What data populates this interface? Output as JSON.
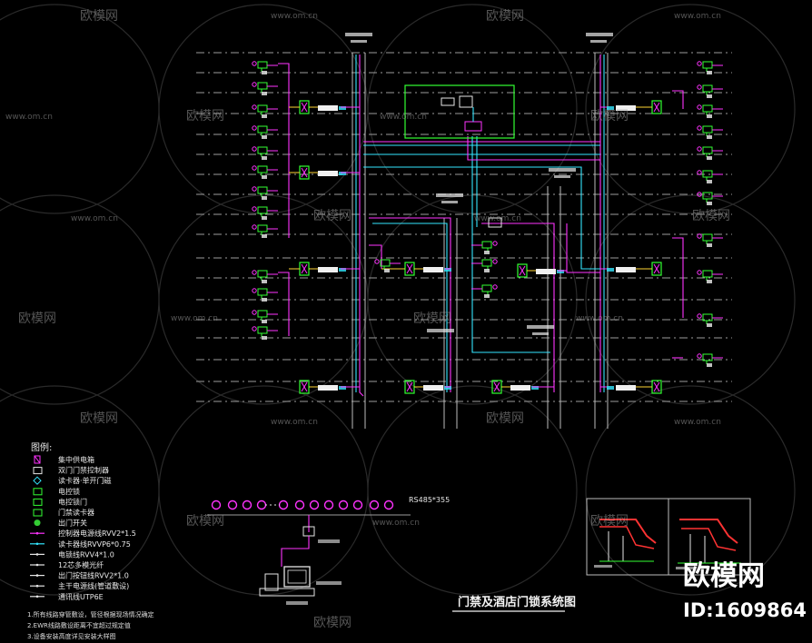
{
  "watermark": {
    "brand": "欧模网",
    "url": "www.om.cn",
    "big_brand": "欧模网",
    "id_text": "ID:1609864"
  },
  "title": "门禁及酒店门锁系统图",
  "legend": {
    "heading": "图例:",
    "items": [
      "集中供电箱",
      "双门门禁控制器",
      "读卡器·单开门磁",
      "电控锁",
      "电控锁门",
      "门禁读卡器",
      "出门开关",
      "控制器电源线RVV2*1.5",
      "读卡器线RVVP6*0.75",
      "电锁线RVV4*1.0",
      "12芯多模光纤",
      "出门按钮线RVV2*1.0",
      "主干电源线(管道敷设)",
      "通讯线UTP6E"
    ],
    "notes": [
      "1.所有线路穿管敷设，管径根据现场情况确定",
      "2.EWR线路敷设距离不宜超过规定值",
      "3.设备安装高度详见安装大样图"
    ]
  },
  "bus_label": "RS485*355",
  "colors": {
    "power": "#ff33ff",
    "comm": "#33e6ff",
    "device": "#33ff33",
    "lock": "#ffd633",
    "floor": "#9c9c9c",
    "background": "#000000"
  }
}
